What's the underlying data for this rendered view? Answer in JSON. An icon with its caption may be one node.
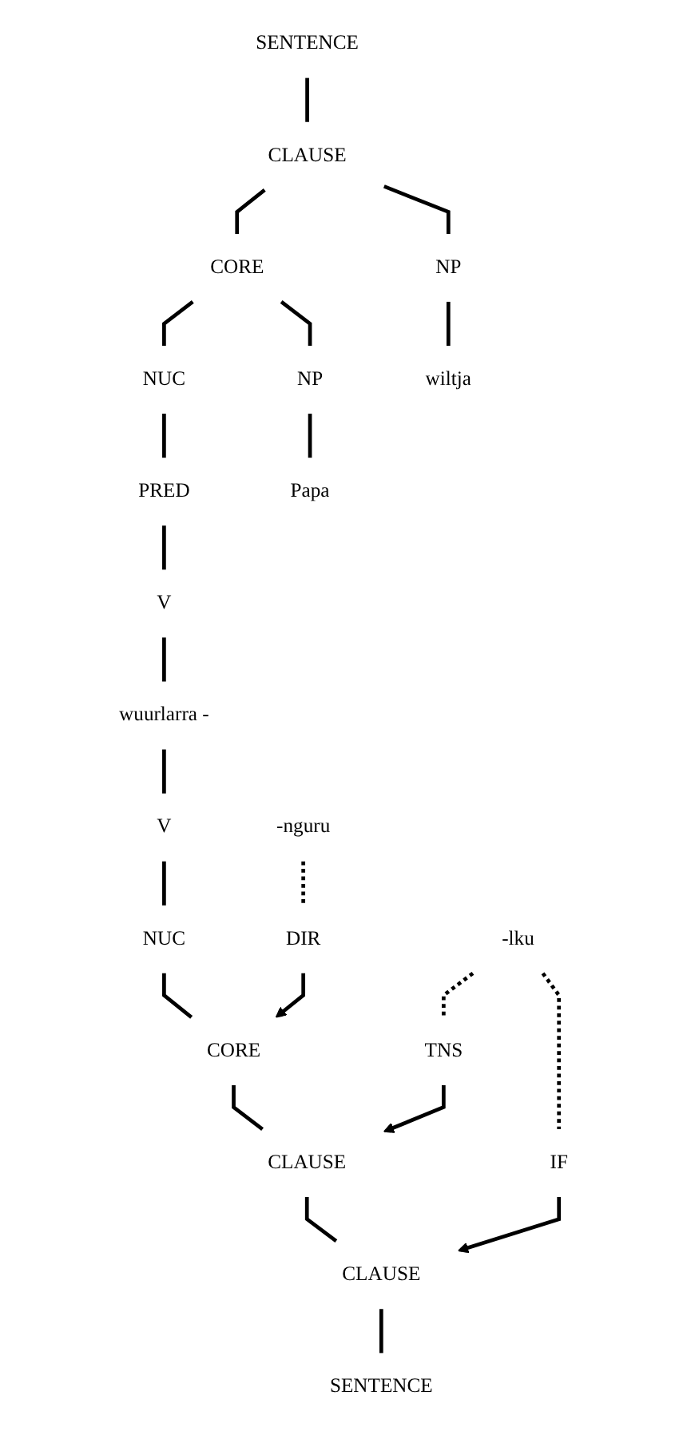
{
  "diagram": {
    "nodes": [
      {
        "text": [
          "SENTENCE"
        ]
      },
      {
        "text": [
          "CLAUSE"
        ]
      },
      {
        "text": [
          "CORE"
        ]
      },
      {
        "text": [
          "NP"
        ]
      },
      {
        "text": [
          "NUC"
        ]
      },
      {
        "text": [
          "NP"
        ]
      },
      {
        "text": [
          "PRED"
        ]
      },
      {
        "text": [
          "V"
        ]
      },
      {
        "text": [
          "Papa"
        ]
      },
      {
        "text": [
          "wuurlarra -"
        ]
      },
      {
        "text": [
          "-lku"
        ]
      },
      {
        "text": [
          "wiltja"
        ]
      },
      {
        "text": [
          "-nguru"
        ]
      },
      {
        "text": [
          "V"
        ]
      },
      {
        "text": [
          "NUC"
        ]
      },
      {
        "text": [
          "CORE"
        ]
      },
      {
        "text": [
          "DIR"
        ]
      },
      {
        "text": [
          "CLAUSE"
        ]
      },
      {
        "text": [
          "TNS"
        ]
      },
      {
        "text": [
          "CLAUSE"
        ]
      },
      {
        "text": [
          "IF"
        ]
      },
      {
        "text": [
          "SENTENCE"
        ]
      }
    ],
    "edges": [
      {
        "from": 0,
        "to": 1,
        "arrow": "none"
      },
      {
        "from": 1,
        "to": 2,
        "arrow": "none"
      },
      {
        "from": 1,
        "to": 5,
        "arrow": "none"
      },
      {
        "from": 2,
        "to": 3,
        "arrow": "none"
      },
      {
        "from": 2,
        "to": 4,
        "arrow": "none"
      },
      {
        "from": 4,
        "to": 6,
        "arrow": "none"
      },
      {
        "from": 6,
        "to": 7,
        "arrow": "none"
      },
      {
        "from": 3,
        "to": 8,
        "arrow": "none"
      },
      {
        "from": 7,
        "to": 9,
        "arrow": "none"
      },
      {
        "from": 5,
        "to": 11,
        "arrow": "none"
      },
      {
        "from": 9,
        "to": 13,
        "arrow": "none"
      },
      {
        "from": 10,
        "to": 18,
        "arrow": "none",
        "style": "dashed"
      },
      {
        "from": 10,
        "to": 20,
        "arrow": "none",
        "style": "dashed"
      },
      {
        "from": 12,
        "to": 16,
        "arrow": "none",
        "style": "dashed"
      },
      {
        "from": 13,
        "to": 14,
        "arrow": "none"
      },
      {
        "from": 14,
        "to": 15,
        "arrow": "none"
      },
      {
        "from": 16,
        "to": 15,
        "arrow": "to"
      },
      {
        "from": 15,
        "to": 17,
        "arrow": "none"
      },
      {
        "from": 18,
        "to": 17,
        "arrow": "to"
      },
      {
        "from": 17,
        "to": 19,
        "arrow": "none"
      },
      {
        "from": 20,
        "to": 19,
        "arrow": "to"
      },
      {
        "from": 19,
        "to": 21,
        "arrow": "none"
      }
    ]
  }
}
